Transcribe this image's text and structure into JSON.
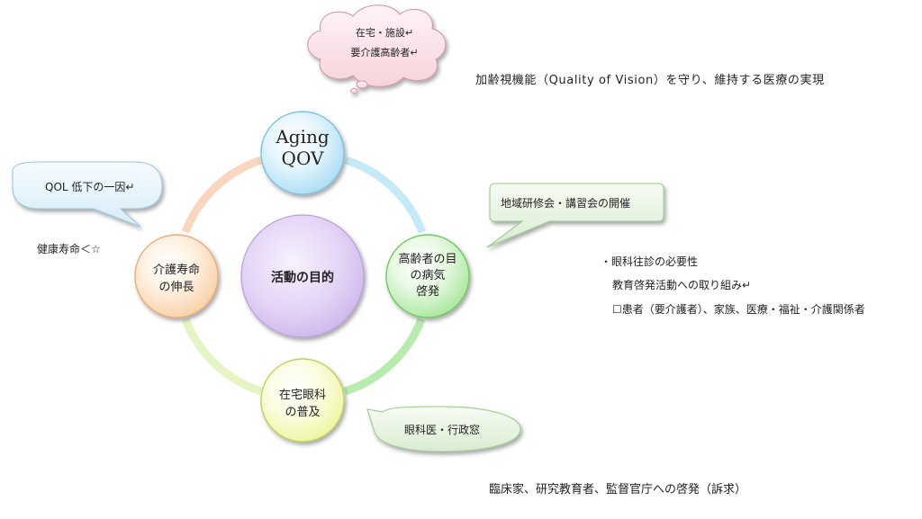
{
  "center": {
    "label": "活動の目的"
  },
  "nodes": {
    "top": {
      "lines": [
        "Aging",
        "QOV"
      ]
    },
    "right": {
      "lines": [
        "高齢者の目",
        "の病気",
        "啓発"
      ]
    },
    "bottom": {
      "lines": [
        "在宅眼科",
        "の普及"
      ]
    },
    "left": {
      "lines": [
        "介護寿命",
        "の伸長"
      ]
    }
  },
  "callouts": {
    "cloud": {
      "lines": [
        "在宅・施設↵",
        "要介護高齢者↵"
      ]
    },
    "qol": {
      "text": "QOL 低下の一因↵"
    },
    "community": {
      "text": "地域研修会・講習会の開催"
    },
    "doctors": {
      "text": "眼科医・行政窓"
    }
  },
  "annotations": {
    "top_right": "加齢視機能（Quality of Vision）を守り、維持する医療の実現",
    "healthy_life": "健康寿命＜☆",
    "home_visit": [
      "・眼科往診の必要性",
      "教育啓発活動への取り組み↵",
      "☐患者（要介護者）、家族、医療・福祉・介護関係者"
    ],
    "bottom": "臨床家、研究教育者、監督官庁への啓発（訴求）"
  }
}
